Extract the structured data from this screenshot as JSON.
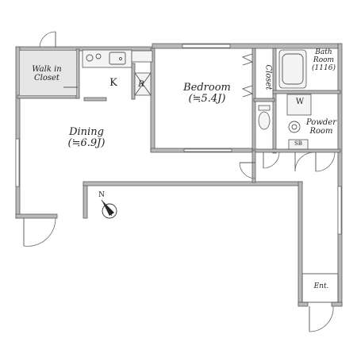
{
  "rooms": {
    "walk_in_closet": {
      "line1": "Walk in",
      "line2": "Closet"
    },
    "kitchen": {
      "label": "K"
    },
    "refrigerator": {
      "label": "R"
    },
    "bedroom": {
      "name": "Bedroom",
      "size": "(≒5.4J)"
    },
    "closet": {
      "label": "Closet"
    },
    "bath": {
      "line1": "Bath",
      "line2": "Room",
      "line3": "(1116)"
    },
    "washer": {
      "label": "W"
    },
    "powder": {
      "line1": "Powder",
      "line2": "Room"
    },
    "shoe_box": {
      "label": "SB"
    },
    "dining": {
      "name": "Dining",
      "size": "(≒6.9J)"
    },
    "entrance": {
      "label": "Ent."
    }
  },
  "compass": {
    "label": "N"
  },
  "colors": {
    "wall": "#b9b9b9",
    "wall_outline": "#5a5a5a",
    "fixture_fill": "#f4f4f4",
    "background": "#ffffff"
  },
  "icons": [
    "compass-icon",
    "door-swing-icon",
    "window-icon",
    "sink-icon",
    "stove-icon",
    "bathtub-icon",
    "toilet-icon",
    "washer-icon"
  ]
}
